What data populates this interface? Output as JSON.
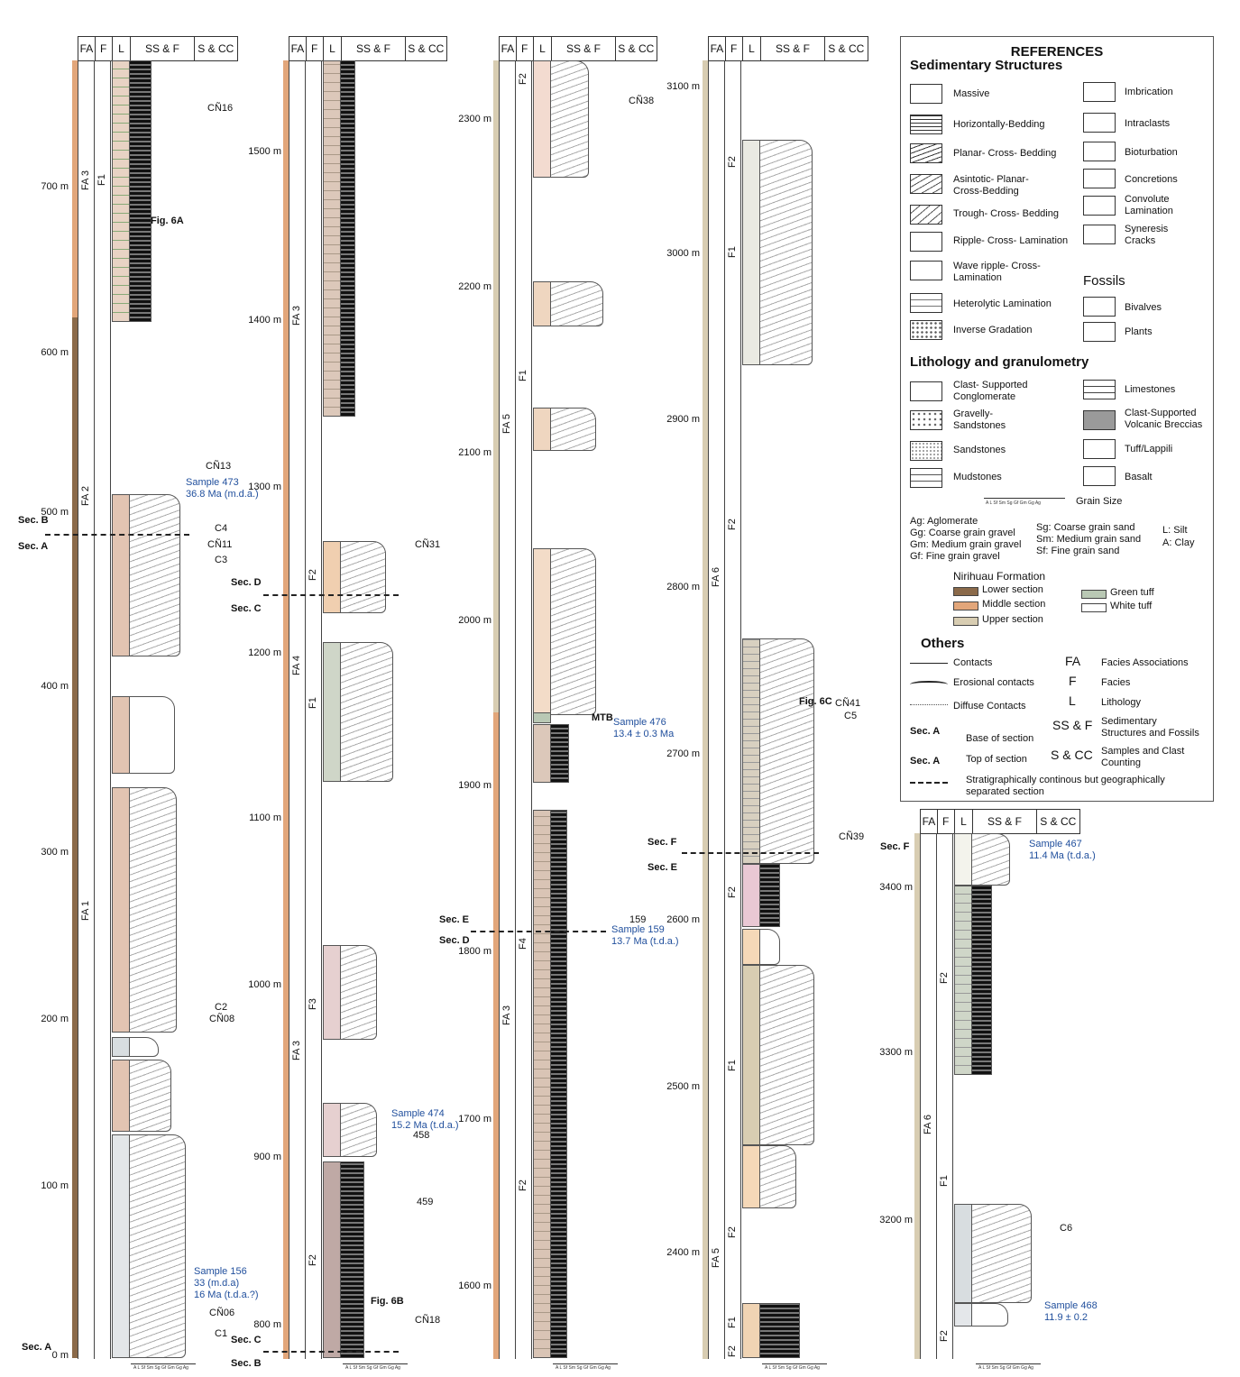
{
  "headers": {
    "fa": "FA",
    "f": "F",
    "l": "L",
    "ssf": "SS & F",
    "scc": "S & CC"
  },
  "grain_scale": "A L Sf Sm Sg Gf Gm Gg Ag",
  "columns": [
    {
      "depths": [
        "700 m",
        "600 m",
        "500 m",
        "400 m",
        "300 m",
        "200 m",
        "100 m",
        "0 m"
      ],
      "fa": [
        "FA 3",
        "FA 2",
        "FA 1"
      ],
      "f": [
        "F1"
      ],
      "labels": {
        "cn16": "CÑ16",
        "fig6a": "Fig. 6A",
        "cn13": "CÑ13",
        "s473": "Sample 473",
        "s473age": "36.8 Ma  (m.d.a.)",
        "c4": "C4",
        "cn11": "CÑ11",
        "c3": "C3",
        "c2": "C2",
        "cn08": "CÑ08",
        "s156": "Sample 156",
        "s156a": "33 (m.d.a)",
        "s156b": "16 Ma (t.d.a.?)",
        "cn06": "CÑ06",
        "c1": "C1"
      },
      "sections": {
        "b": "Sec. B",
        "a": "Sec. A",
        "a0": "Sec. A"
      }
    },
    {
      "depths": [
        "1500 m",
        "1400 m",
        "1300 m",
        "1200 m",
        "1100 m",
        "1000 m",
        "900 m",
        "800 m"
      ],
      "fa": [
        "FA 3",
        "FA 4",
        "FA 3"
      ],
      "f": [
        "F2",
        "F1",
        "F3",
        "F2"
      ],
      "labels": {
        "cn31": "CÑ31",
        "s474": "Sample 474",
        "s474age": "15.2 Ma (t.d.a.)",
        "n458": "458",
        "n459": "459",
        "fig6b": "Fig. 6B",
        "cn18": "CÑ18"
      },
      "sections": {
        "d": "Sec. D",
        "c": "Sec. C",
        "c2": "Sec. C",
        "b": "Sec. B"
      }
    },
    {
      "depths": [
        "2300 m",
        "2200 m",
        "2100 m",
        "2000 m",
        "1900 m",
        "1800 m",
        "1700 m",
        "1600 m"
      ],
      "fa": [
        "FA 5",
        "FA 3"
      ],
      "f": [
        "F2",
        "F1",
        "F4",
        "F2"
      ],
      "labels": {
        "cn38": "CÑ38",
        "mtb": "MTB",
        "s476": "Sample 476",
        "s476age": "13.4 ± 0.3 Ma",
        "n159": "159",
        "s159": "Sample 159",
        "s159age": "13.7 Ma (t.d.a.)"
      },
      "sections": {
        "e": "Sec. E",
        "d": "Sec. D"
      }
    },
    {
      "depths": [
        "3100 m",
        "3000 m",
        "2900 m",
        "2800 m",
        "2700 m",
        "2600 m",
        "2500 m",
        "2400 m"
      ],
      "fa": [
        "FA 6",
        "FA 5"
      ],
      "f": [
        "F2",
        "F1",
        "F2",
        "F2",
        "F1",
        "F2",
        "F1",
        "F2"
      ],
      "labels": {
        "fig6c": "Fig. 6C",
        "cn41": "CÑ41",
        "c5": "C5",
        "cn39": "CÑ39"
      },
      "sections": {
        "f": "Sec. F",
        "e": "Sec. E"
      }
    },
    {
      "depths": [
        "3400 m",
        "3300 m",
        "3200 m"
      ],
      "fa": [
        "FA 6"
      ],
      "f": [
        "F2",
        "F1",
        "F2"
      ],
      "labels": {
        "s467": "Sample 467",
        "s467age": "11.4 Ma (t.d.a.)",
        "c6": "C6",
        "s468": "Sample 468",
        "s468age": "11.9 ± 0.2"
      },
      "sections": {
        "f": "Sec. F"
      }
    }
  ],
  "legend": {
    "title": "REFERENCES",
    "sed_title": "Sedimentary Structures",
    "sed_left": [
      "Massive",
      "Horizontally-Bedding",
      "Planar- Cross- Bedding",
      "Asintotic- Planar-\nCross-Bedding",
      "Trough- Cross- Bedding",
      "Ripple- Cross- Lamination",
      "Wave ripple- Cross-\nLamination",
      "Heterolytic Lamination",
      "Inverse Gradation"
    ],
    "sed_right": [
      "Imbrication",
      "Intraclasts",
      "Bioturbation",
      "Concretions",
      "Convolute\nLamination",
      "Syneresis\nCracks"
    ],
    "fossils_title": "Fossils",
    "fossils": [
      "Bivalves",
      "Plants"
    ],
    "litho_title": "Lithology and granulometry",
    "litho_left": [
      "Clast- Supported\nConglomerate",
      "Gravelly-\nSandstones",
      "Sandstones",
      "Mudstones"
    ],
    "litho_right": [
      "Limestones",
      "Clast-Supported\nVolcanic Breccias",
      "Tuff/Lappili",
      "Basalt"
    ],
    "grain_size": "Grain Size",
    "abbr_left": [
      "Ag: Aglomerate",
      "Gg: Coarse grain gravel",
      "Gm: Medium grain gravel",
      "Gf: Fine grain gravel"
    ],
    "abbr_mid": [
      "Sg: Coarse grain sand",
      "Sm: Medium grain sand",
      "Sf: Fine grain sand"
    ],
    "abbr_right": [
      "L: Silt",
      "A: Clay"
    ],
    "formation_title": "Nirihuau Formation",
    "formation": [
      {
        "label": "Lower section",
        "color": "#8b6a4a"
      },
      {
        "label": "Middle section",
        "color": "#e2a67a"
      },
      {
        "label": "Upper section",
        "color": "#d8cdb2"
      }
    ],
    "tuffs": [
      {
        "label": "Green tuff",
        "color": "#b9c8b4"
      },
      {
        "label": "White tuff",
        "color": "#ffffff"
      }
    ],
    "others_title": "Others",
    "others_left": [
      "Contacts",
      "Erosional contacts",
      "Diffuse Contacts",
      "Base of section",
      "Top of section"
    ],
    "others_abbr": [
      {
        "k": "FA",
        "v": "Facies Associations"
      },
      {
        "k": "F",
        "v": "Facies"
      },
      {
        "k": "L",
        "v": "Lithology"
      },
      {
        "k": "SS & F",
        "v": "Sedimentary\nStructures and Fossils"
      },
      {
        "k": "S & CC",
        "v": "Samples and Clast\nCounting"
      }
    ],
    "sec_a": "Sec. A",
    "dashed": "Stratigraphically continous but geographically\nseparated section"
  }
}
